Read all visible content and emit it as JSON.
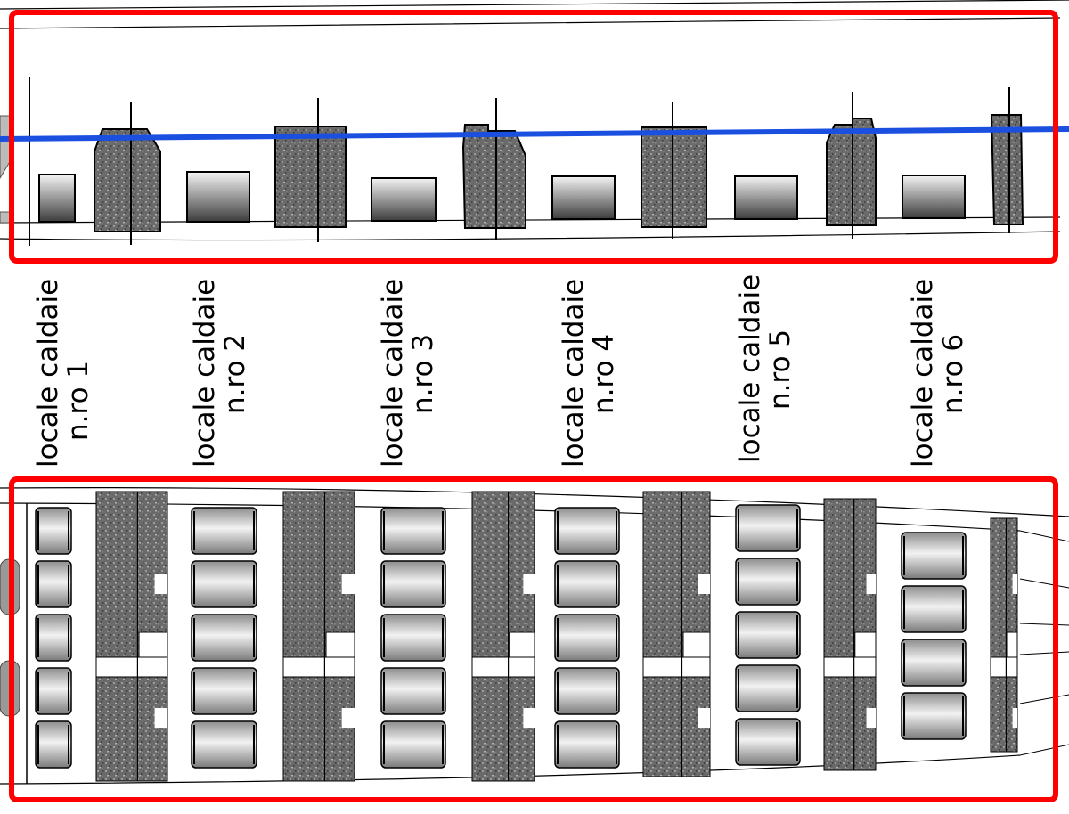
{
  "diagram": {
    "rooms": [
      {
        "line1": "locale caldaie",
        "line2": "n.ro 1"
      },
      {
        "line1": "locale caldaie",
        "line2": "n.ro 2"
      },
      {
        "line1": "locale caldaie",
        "line2": "n.ro 3"
      },
      {
        "line1": "locale caldaie",
        "line2": "n.ro 4"
      },
      {
        "line1": "locale caldaie",
        "line2": "n.ro 5"
      },
      {
        "line1": "locale caldaie",
        "line2": "n.ro 6"
      }
    ],
    "colors": {
      "highlight_box": "#ff0000",
      "waterline": "#1a4fe0",
      "bulkhead": "#6b6b6b",
      "boiler_dark": "#4a4a4a",
      "boiler_light": "#f2f2f2"
    }
  }
}
